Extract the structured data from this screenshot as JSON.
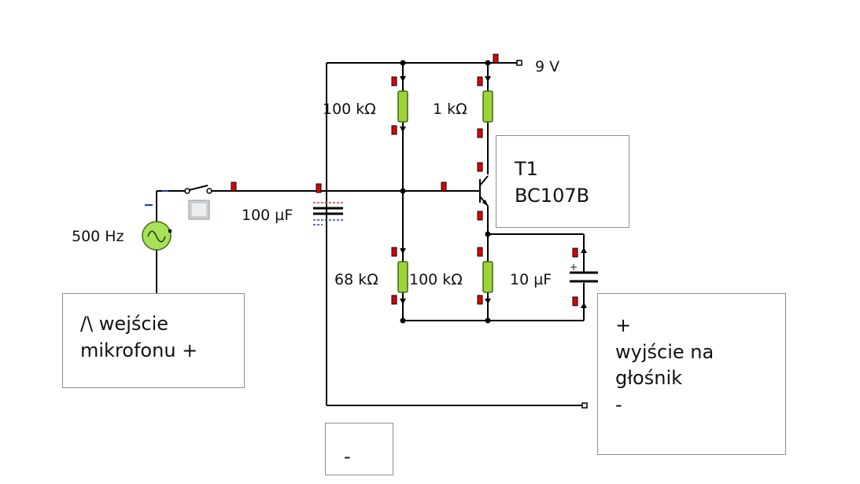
{
  "labels": {
    "supply": "9 V",
    "r_top_left": "100 kΩ",
    "r_top_right": "1 kΩ",
    "source_freq": "500 Hz",
    "c_input": "100 µF",
    "r_bottom_left": "68 kΩ",
    "r_bottom_mid": "100 kΩ",
    "c_emitter": "10 µF",
    "cap_plus": "+"
  },
  "boxes": {
    "transistor": [
      "T1",
      "BC107B"
    ],
    "mic_input": [
      "/\\ wejście",
      "mikrofonu +"
    ],
    "speaker_output": [
      "+",
      "wyjście na",
      "głośnik",
      "-"
    ],
    "ground_minus": [
      "-"
    ]
  },
  "colors": {
    "wire": "#000000",
    "resistor_fill": "#9fd33a",
    "resistor_stroke": "#3d6b12",
    "source_fill": "#a8e05a",
    "marker": "#e00000",
    "box_border": "#8a8f96"
  }
}
